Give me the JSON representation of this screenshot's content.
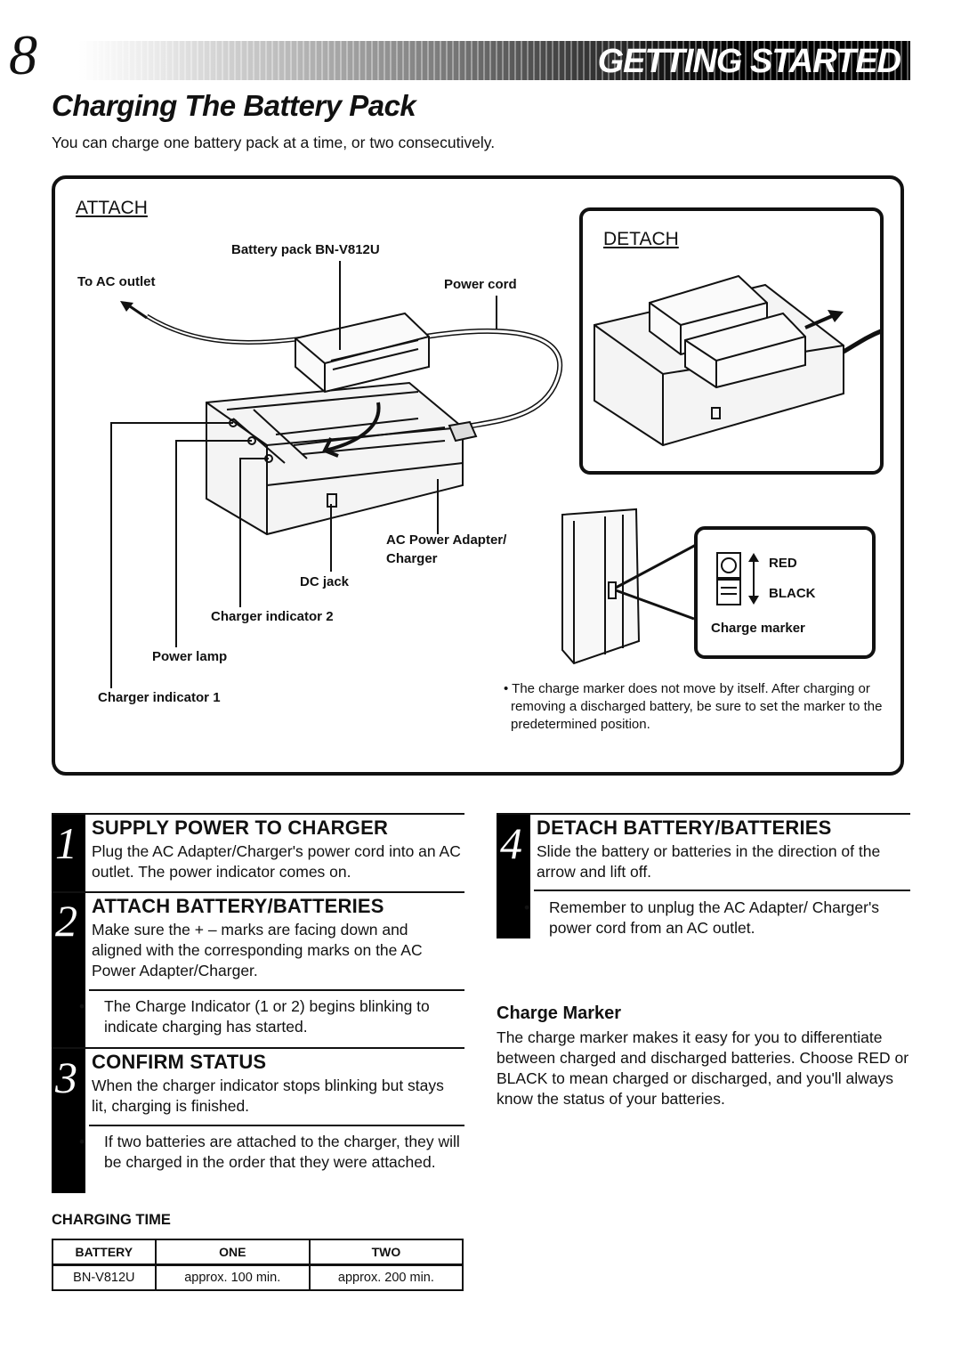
{
  "header": {
    "page_number": "8",
    "section_title": "GETTING STARTED"
  },
  "title": "Charging The Battery Pack",
  "intro": "You can charge one battery pack at a time, or two consecutively.",
  "diagram": {
    "attach_heading": "ATTACH",
    "detach_heading": "DETACH",
    "labels": {
      "battery_pack": "Battery pack BN-V812U",
      "to_ac_outlet": "To AC outlet",
      "power_cord": "Power cord",
      "ac_adapter_1": "AC Power Adapter/",
      "ac_adapter_2": "Charger",
      "dc_jack": "DC jack",
      "charger_indicator_2": "Charger indicator 2",
      "power_lamp": "Power lamp",
      "charger_indicator_1": "Charger indicator 1",
      "red": "RED",
      "black": "BLACK",
      "charge_marker": "Charge marker"
    },
    "note": "The charge marker does not move by itself. After charging or removing a discharged battery, be sure to set the marker to the predetermined position."
  },
  "steps": [
    {
      "number": "1",
      "heading": "SUPPLY POWER TO CHARGER",
      "body": "Plug the AC Adapter/Charger's power cord into an AC outlet. The power indicator comes on."
    },
    {
      "number": "2",
      "heading": "ATTACH BATTERY/BATTERIES",
      "body": "Make sure the + – marks are facing down and aligned with the corresponding marks on the AC Power Adapter/Charger.",
      "note": "The Charge Indicator (1 or 2) begins blinking to indicate charging has started."
    },
    {
      "number": "3",
      "heading": "CONFIRM STATUS",
      "body": "When the charger indicator stops blinking but stays lit, charging is finished.",
      "note": "If two batteries are attached to the charger, they will be charged in the order that they were attached."
    },
    {
      "number": "4",
      "heading": "DETACH BATTERY/BATTERIES",
      "body": "Slide the battery or batteries in the direction of the arrow and lift off.",
      "note": "Remember to unplug the AC Adapter/ Charger's power cord from an AC outlet."
    }
  ],
  "charge_marker": {
    "title": "Charge Marker",
    "text": "The charge marker makes it easy for you to differentiate between charged and discharged batteries. Choose RED or BLACK to mean charged or discharged, and you'll always know the status of your batteries."
  },
  "charging_time": {
    "title": "CHARGING TIME",
    "headers": [
      "BATTERY",
      "ONE",
      "TWO"
    ],
    "rows": [
      [
        "BN-V812U",
        "approx. 100 min.",
        "approx. 200 min."
      ]
    ]
  },
  "bullet_char": "•"
}
